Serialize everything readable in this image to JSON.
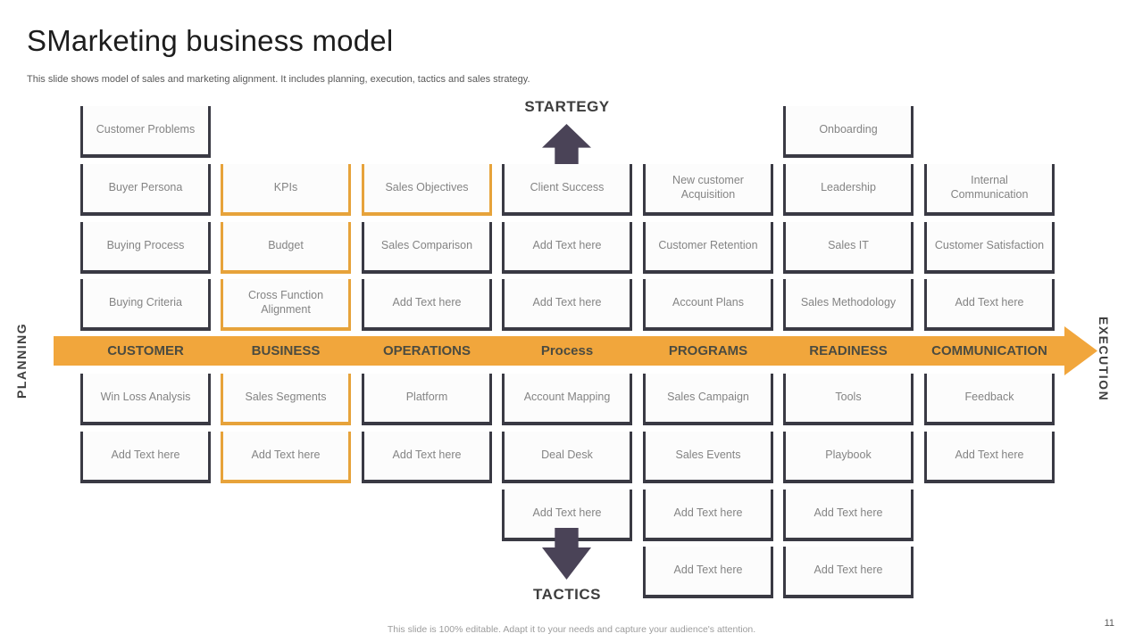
{
  "slide": {
    "title": "SMarketing business model",
    "subtitle": "This slide shows model of sales and marketing alignment. It includes planning, execution, tactics and sales strategy.",
    "footer": "This slide is 100% editable. Adapt it to your needs and capture your audience's attention.",
    "page_number": "11"
  },
  "axes": {
    "top_label": "STARTEGY",
    "bottom_label": "TACTICS",
    "left_label": "PLANNING",
    "right_label": "EXECUTION"
  },
  "colors": {
    "accent_orange": "#F1A63C",
    "box_orange_border": "#E7A33B",
    "box_dark_border": "#3A3A44",
    "arrow_purple": "#4A4357",
    "band_text": "#4B4B40",
    "box_text": "#848484"
  },
  "band": {
    "columns": [
      "CUSTOMER",
      "BUSINESS",
      "OPERATIONS",
      "Process",
      "PROGRAMS",
      "READINESS",
      "COMMUNICATION"
    ]
  },
  "grid": {
    "cells": [
      {
        "col": 0,
        "row": 0,
        "label": "Customer Problems",
        "variant": "dark"
      },
      {
        "col": 0,
        "row": 1,
        "label": "Buyer Persona",
        "variant": "dark"
      },
      {
        "col": 0,
        "row": 2,
        "label": "Buying Process",
        "variant": "dark"
      },
      {
        "col": 0,
        "row": 3,
        "label": "Buying Criteria",
        "variant": "dark"
      },
      {
        "col": 0,
        "row": 4,
        "label": "Win Loss Analysis",
        "variant": "dark"
      },
      {
        "col": 0,
        "row": 5,
        "label": "Add Text here",
        "variant": "dark"
      },
      {
        "col": 1,
        "row": 1,
        "label": "KPIs",
        "variant": "orange"
      },
      {
        "col": 1,
        "row": 2,
        "label": "Budget",
        "variant": "orange"
      },
      {
        "col": 1,
        "row": 3,
        "label": "Cross Function Alignment",
        "variant": "orange"
      },
      {
        "col": 1,
        "row": 4,
        "label": "Sales Segments",
        "variant": "orange"
      },
      {
        "col": 1,
        "row": 5,
        "label": "Add Text here",
        "variant": "orange"
      },
      {
        "col": 2,
        "row": 1,
        "label": "Sales Objectives",
        "variant": "orange"
      },
      {
        "col": 2,
        "row": 2,
        "label": "Sales Comparison",
        "variant": "dark"
      },
      {
        "col": 2,
        "row": 3,
        "label": "Add Text here",
        "variant": "dark"
      },
      {
        "col": 2,
        "row": 4,
        "label": "Platform",
        "variant": "dark"
      },
      {
        "col": 2,
        "row": 5,
        "label": "Add Text here",
        "variant": "dark"
      },
      {
        "col": 3,
        "row": 1,
        "label": "Client Success",
        "variant": "dark"
      },
      {
        "col": 3,
        "row": 2,
        "label": "Add Text here",
        "variant": "dark"
      },
      {
        "col": 3,
        "row": 3,
        "label": "Add Text here",
        "variant": "dark"
      },
      {
        "col": 3,
        "row": 4,
        "label": "Account Mapping",
        "variant": "dark"
      },
      {
        "col": 3,
        "row": 5,
        "label": "Deal Desk",
        "variant": "dark"
      },
      {
        "col": 3,
        "row": 6,
        "label": "Add Text here",
        "variant": "dark"
      },
      {
        "col": 4,
        "row": 1,
        "label": "New customer Acquisition",
        "variant": "dark"
      },
      {
        "col": 4,
        "row": 2,
        "label": "Customer Retention",
        "variant": "dark"
      },
      {
        "col": 4,
        "row": 3,
        "label": "Account Plans",
        "variant": "dark"
      },
      {
        "col": 4,
        "row": 4,
        "label": "Sales Campaign",
        "variant": "dark"
      },
      {
        "col": 4,
        "row": 5,
        "label": "Sales Events",
        "variant": "dark"
      },
      {
        "col": 4,
        "row": 6,
        "label": "Add Text here",
        "variant": "dark"
      },
      {
        "col": 4,
        "row": 7,
        "label": "Add Text here",
        "variant": "dark"
      },
      {
        "col": 5,
        "row": 0,
        "label": "Onboarding",
        "variant": "dark"
      },
      {
        "col": 5,
        "row": 1,
        "label": "Leadership",
        "variant": "dark"
      },
      {
        "col": 5,
        "row": 2,
        "label": "Sales IT",
        "variant": "dark"
      },
      {
        "col": 5,
        "row": 3,
        "label": "Sales Methodology",
        "variant": "dark"
      },
      {
        "col": 5,
        "row": 4,
        "label": "Tools",
        "variant": "dark"
      },
      {
        "col": 5,
        "row": 5,
        "label": "Playbook",
        "variant": "dark"
      },
      {
        "col": 5,
        "row": 6,
        "label": "Add Text here",
        "variant": "dark"
      },
      {
        "col": 5,
        "row": 7,
        "label": "Add Text here",
        "variant": "dark"
      },
      {
        "col": 6,
        "row": 1,
        "label": "Internal Communication",
        "variant": "dark"
      },
      {
        "col": 6,
        "row": 2,
        "label": "Customer Satisfaction",
        "variant": "dark"
      },
      {
        "col": 6,
        "row": 3,
        "label": "Add Text here",
        "variant": "dark"
      },
      {
        "col": 6,
        "row": 4,
        "label": "Feedback",
        "variant": "dark"
      },
      {
        "col": 6,
        "row": 5,
        "label": "Add Text here",
        "variant": "dark"
      }
    ]
  }
}
